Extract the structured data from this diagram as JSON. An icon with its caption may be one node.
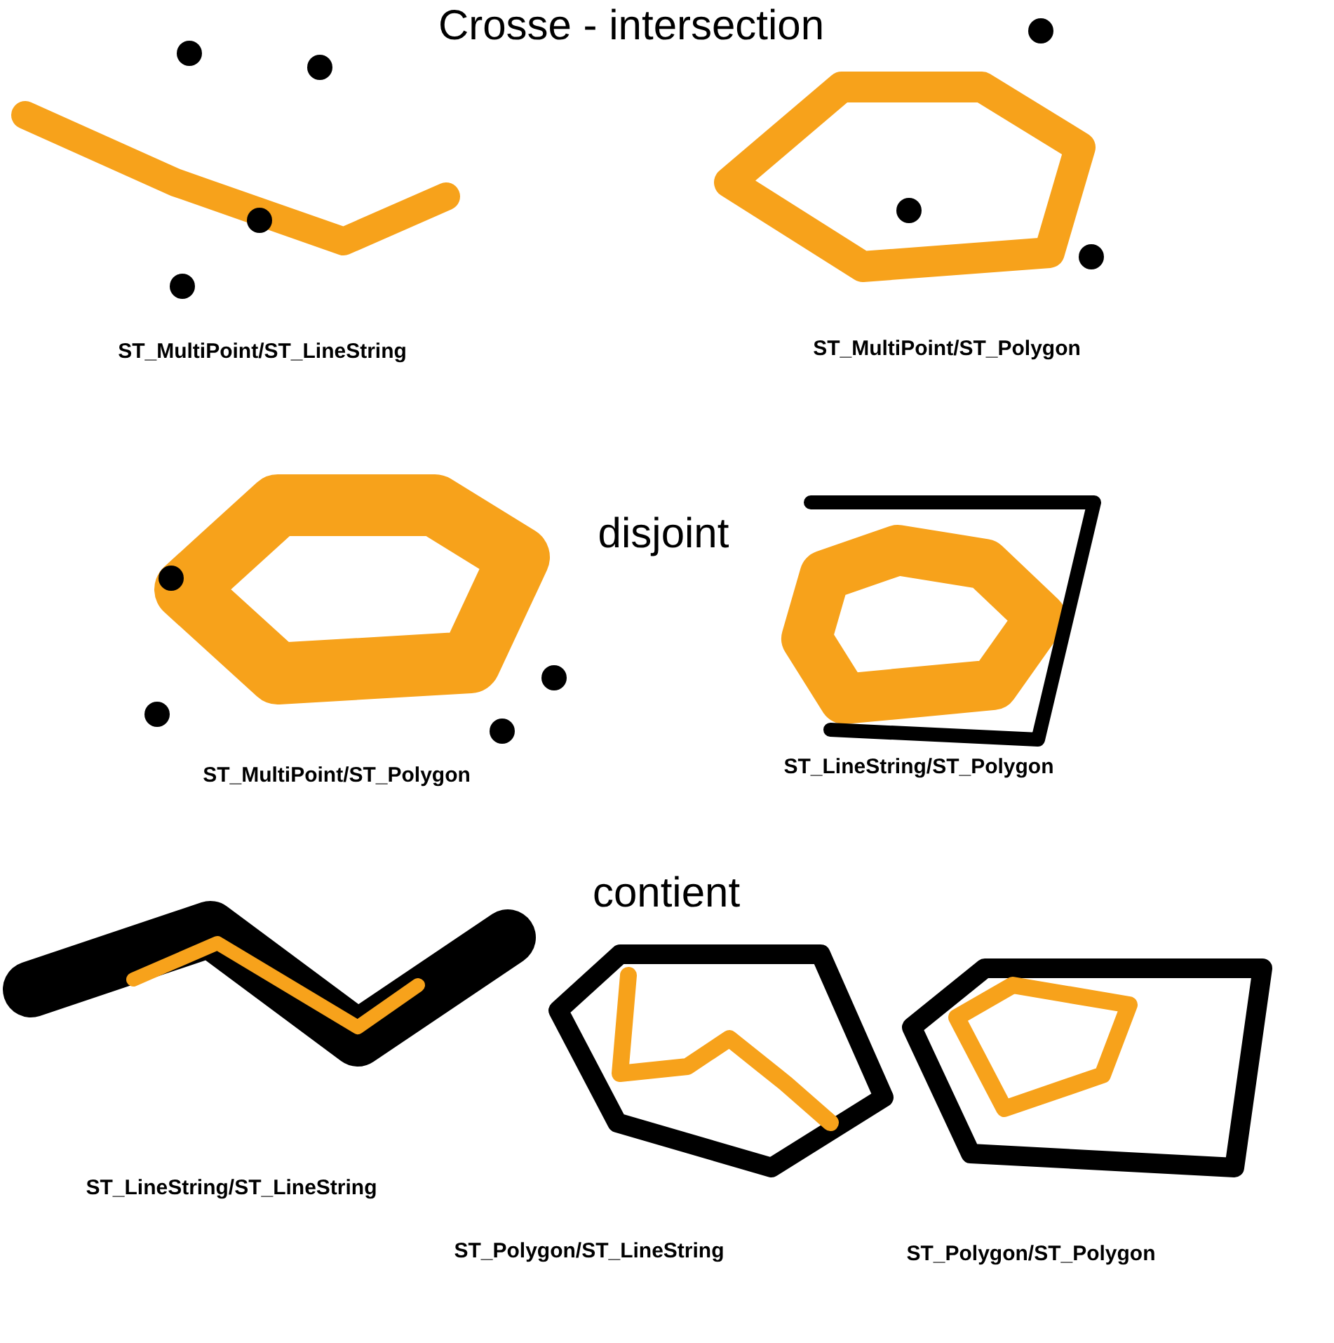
{
  "diagram": {
    "labels": [
      "Crosse - intersection",
      "ST_MultiPoint/ST_LineString",
      "ST_MultiPoint/ST_Polygon",
      "disjoint",
      "ST_MultiPoint/ST_Polygon",
      "ST_LineString/ST_Polygon",
      "contient",
      "ST_LineString/ST_LineString",
      "ST_Polygon/ST_LineString",
      "ST_Polygon/ST_Polygon"
    ]
  }
}
